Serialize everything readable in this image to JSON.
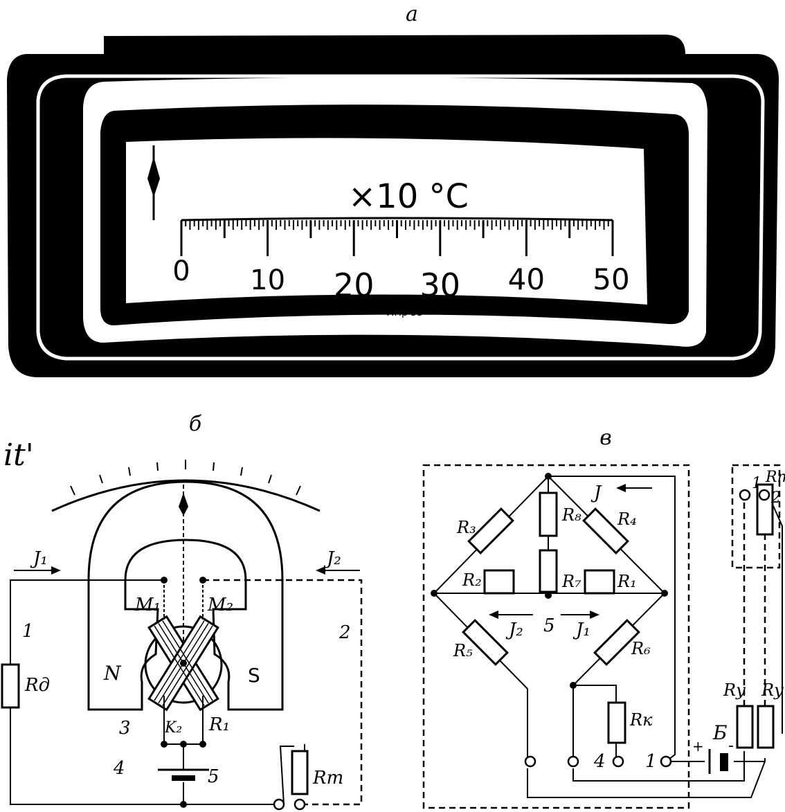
{
  "panel_labels": {
    "a": "а",
    "b": "б",
    "v": "в"
  },
  "gauge": {
    "unit": "×10 °C",
    "ticks": [
      "0",
      "10",
      "20",
      "30",
      "40",
      "50"
    ],
    "maker_mark": "ЛПр 53"
  },
  "diagram_b": {
    "scribble": "it'",
    "current_1": "J₁",
    "current_2": "J₂",
    "wire_1": "1",
    "wire_2": "2",
    "resistor_d": "Rд",
    "pole_n": "N",
    "pole_s": "S",
    "coil_1": "M₁",
    "coil_2": "M₂",
    "item_3": "3",
    "item_4": "4",
    "item_5": "5",
    "resistor_k2": "K₂",
    "resistor_r1": "R₁",
    "resistor_t": "Rт"
  },
  "diagram_v": {
    "current_total": "J",
    "r3": "R₃",
    "r8": "R₈",
    "r4": "R₄",
    "r2": "R₂",
    "r7": "R₇",
    "r1": "R₁",
    "j2": "J₂",
    "node_5": "5",
    "j1": "J₁",
    "r5": "R₅",
    "r6": "R₆",
    "rk": "Rк",
    "term_4": "4",
    "term_1": "1",
    "battery": "Б",
    "plus": "+",
    "minus": "-",
    "ry_1": "Rу",
    "ry_2": "Rу",
    "rt": "Rт",
    "sensor_1": "1",
    "sensor_2": "2"
  }
}
